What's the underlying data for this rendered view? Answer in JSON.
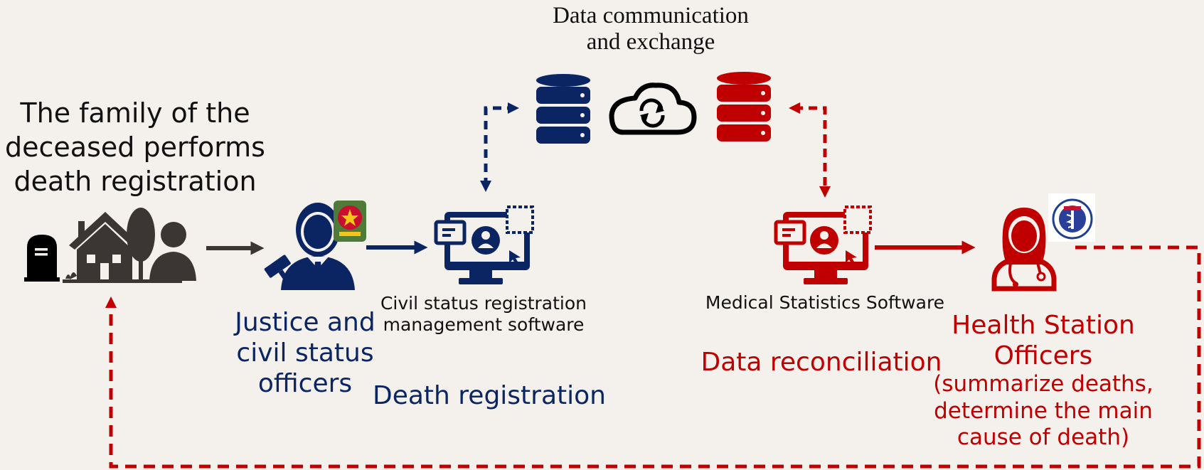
{
  "colors": {
    "background": "#f4f1ed",
    "justice_navy": "#0b2563",
    "health_red": "#c00000",
    "family_dark": "#3b3533",
    "text_black": "#111111"
  },
  "diagram": {
    "exchange_title": [
      "Data communication",
      "and exchange"
    ],
    "family_label": [
      "The family of the",
      "deceased performs",
      "death registration"
    ],
    "justice_officers": [
      "Justice and",
      "civil status",
      "officers"
    ],
    "civil_software": [
      "Civil status registration",
      "management software"
    ],
    "death_registration": "Death registration",
    "medical_software": "Medical Statistics Software",
    "data_reconciliation": "Data reconciliation",
    "health_officers": [
      "Health Station",
      "Officers",
      "(summarize deaths,",
      "determine the main",
      "cause of death)"
    ],
    "icons": [
      "tombstone-icon",
      "house-icon",
      "tree-icon",
      "family-person-icon",
      "judge-officer-icon",
      "police-emblem-icon",
      "computer-monitor-icon",
      "database-icon",
      "cloud-sync-icon",
      "doctor-icon",
      "health-ministry-emblem-icon"
    ]
  }
}
